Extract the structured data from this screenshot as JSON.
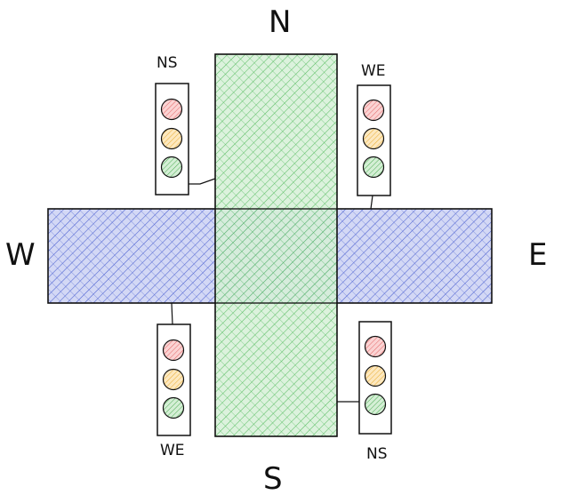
{
  "directions": {
    "north": "N",
    "south": "S",
    "west": "W",
    "east": "E"
  },
  "roads": {
    "north_south": {
      "color": "#3fb24a",
      "fill": "#c7ebc9"
    },
    "west_east": {
      "color": "#4a5fd0",
      "fill": "#c6ccf2"
    }
  },
  "traffic_lights": [
    {
      "id": "nw",
      "label": "NS"
    },
    {
      "id": "ne",
      "label": "WE"
    },
    {
      "id": "sw",
      "label": "WE"
    },
    {
      "id": "se",
      "label": "NS"
    }
  ],
  "lamp_colors": {
    "red": "#f08a8a",
    "yellow": "#f7c35a",
    "green": "#86d08a"
  }
}
